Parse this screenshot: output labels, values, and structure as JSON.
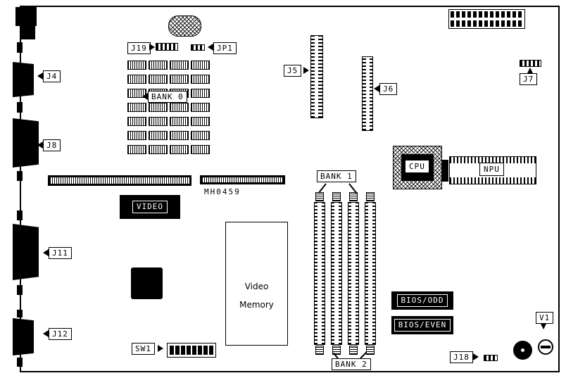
{
  "colors": {
    "ink": "#000000",
    "paper": "#ffffff"
  },
  "board": {
    "id_text": "MH0459"
  },
  "labels": {
    "j4": "J4",
    "j5": "J5",
    "j6": "J6",
    "j7": "J7",
    "j8": "J8",
    "j11": "J11",
    "j12": "J12",
    "j18": "J18",
    "j19": "J19",
    "jp1": "JP1",
    "bank0": "BANK 0",
    "bank1": "BANK 1",
    "bank2": "BANK 2",
    "cpu": "CPU",
    "npu": "NPU",
    "video": "VIDEO",
    "bios_odd": "BIOS/ODD",
    "bios_even": "BIOS/EVEN",
    "sw1": "SW1",
    "v1": "V1"
  },
  "video_memory": {
    "line1": "Video",
    "line2": "Memory"
  },
  "bank0_chips": {
    "rows": 7,
    "cols": 4
  },
  "sw1_switch": {
    "positions": 8
  },
  "memory_slots": {
    "count": 4
  }
}
